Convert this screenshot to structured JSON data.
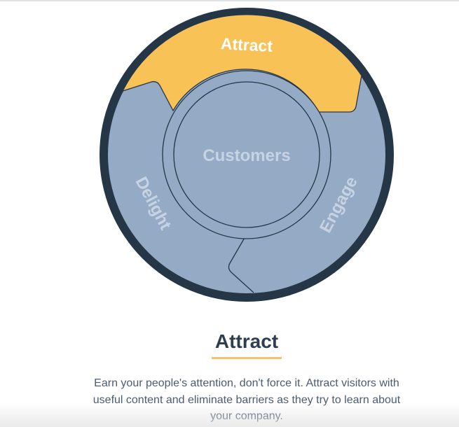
{
  "flywheel": {
    "center_label": "Customers",
    "segments": [
      {
        "label": "Attract",
        "active": true
      },
      {
        "label": "Engage",
        "active": false
      },
      {
        "label": "Delight",
        "active": false
      }
    ],
    "colors": {
      "ring": "#253647",
      "active": "#f9c257",
      "inactive": "#94aac5",
      "label_inactive": "#c6d3e3",
      "label_active": "#ffffff"
    }
  },
  "section": {
    "title": "Attract",
    "description": "Earn your people's attention, don't force it. Attract visitors with useful content and eliminate barriers as they try to learn about your company."
  }
}
